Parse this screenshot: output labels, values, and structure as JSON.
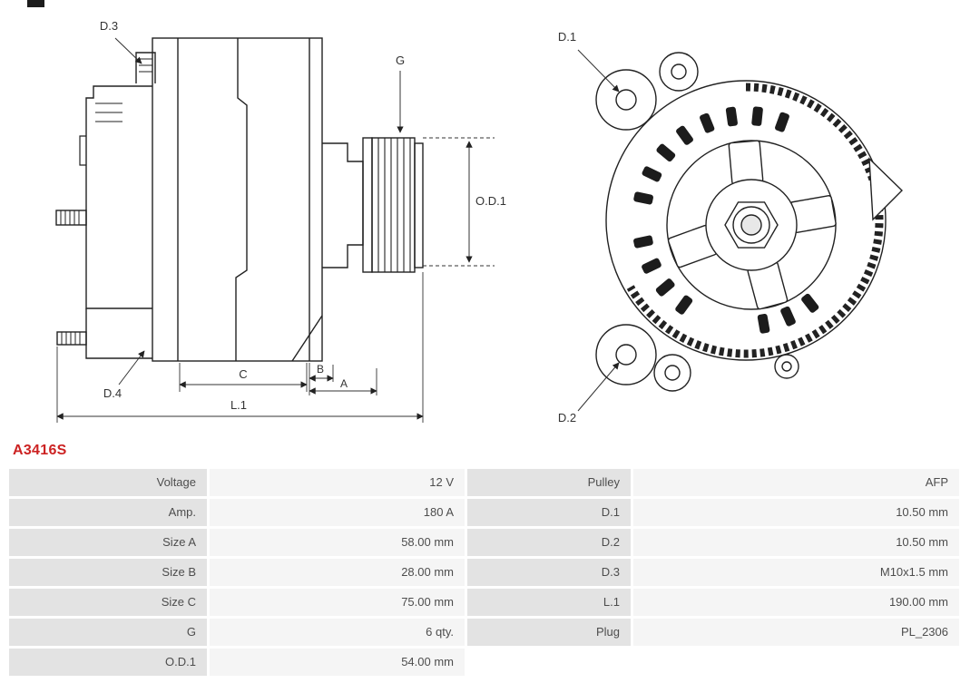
{
  "part_number": "A3416S",
  "drawing": {
    "side_view": {
      "labels": {
        "d3": "D.3",
        "g": "G",
        "od1": "O.D.1",
        "d4": "D.4",
        "c": "C",
        "b": "B",
        "a": "A",
        "l1": "L.1"
      }
    },
    "front_view": {
      "labels": {
        "d1": "D.1",
        "d2": "D.2"
      }
    }
  },
  "spec_table": {
    "rows": [
      {
        "left_label": "Voltage",
        "left_value": "12 V",
        "right_label": "Pulley",
        "right_value": "AFP"
      },
      {
        "left_label": "Amp.",
        "left_value": "180 A",
        "right_label": "D.1",
        "right_value": "10.50 mm"
      },
      {
        "left_label": "Size A",
        "left_value": "58.00 mm",
        "right_label": "D.2",
        "right_value": "10.50 mm"
      },
      {
        "left_label": "Size B",
        "left_value": "28.00 mm",
        "right_label": "D.3",
        "right_value": "M10x1.5 mm"
      },
      {
        "left_label": "Size C",
        "left_value": "75.00 mm",
        "right_label": "L.1",
        "right_value": "190.00 mm"
      },
      {
        "left_label": "G",
        "left_value": "6 qty.",
        "right_label": "Plug",
        "right_value": "PL_2306"
      },
      {
        "left_label": "O.D.1",
        "left_value": "54.00 mm",
        "right_label": "",
        "right_value": ""
      }
    ]
  },
  "colors": {
    "part_number": "#cc2222",
    "label_cell_bg": "#e3e3e3",
    "value_cell_bg": "#f5f5f5",
    "line": "#222222",
    "dim_text": "#333333"
  }
}
